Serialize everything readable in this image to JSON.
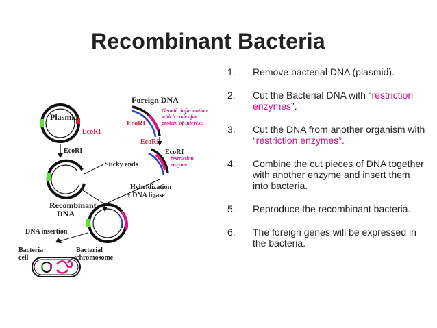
{
  "slide": {
    "title": "Recombinant Bacteria"
  },
  "diagram": {
    "labels": {
      "plasmid": "Plasmid",
      "ecori_plasmid": "EcoRI",
      "ecori_arrow": "EcoRI",
      "foreign_dna": "Foreign DNA",
      "genetic_info_1": "Genetic information",
      "genetic_info_2": "which codes for",
      "genetic_info_3": "protein of interest.",
      "ecori_foreign_left": "EcoRI",
      "ecori_foreign_mid": "EcoRI",
      "ecori_foreign_right": "EcoRI",
      "restriction_1": "restriction",
      "restriction_2": "enzyme",
      "sticky_ends": "Sticky ends",
      "hybridization": "Hybridization",
      "dna_ligase": "+ DNA ligase",
      "recombinant": "Recombinant",
      "dna": "DNA",
      "dna_insertion": "DNA insertion",
      "bacteria": "Bacteria",
      "cell": "cell",
      "bacterial": "Bacterial",
      "chromosome": "chromosome"
    },
    "colors": {
      "marker_green": "#5ee23a",
      "insert_pink": "#e0157f",
      "insert_blue": "#2a3bd6",
      "label_red": "#d6213a",
      "strand": "#111111"
    }
  },
  "steps": [
    {
      "number": "1.",
      "text": "Remove bacterial DNA (plasmid)."
    },
    {
      "number": "2.",
      "text_before": "Cut the Bacterial DNA with “",
      "highlight": "restriction enzymes",
      "text_after": "”."
    },
    {
      "number": "3.",
      "text_before": "Cut the DNA from another organism with “",
      "highlight": "restriction enzymes”.",
      "text_after": ""
    },
    {
      "number": "4.",
      "text": "Combine the cut pieces of DNA together with another enzyme and insert them into bacteria."
    },
    {
      "number": "5.",
      "text": "Reproduce the recombinant bacteria."
    },
    {
      "number": "6.",
      "text": "The foreign genes will be expressed in the bacteria."
    }
  ]
}
